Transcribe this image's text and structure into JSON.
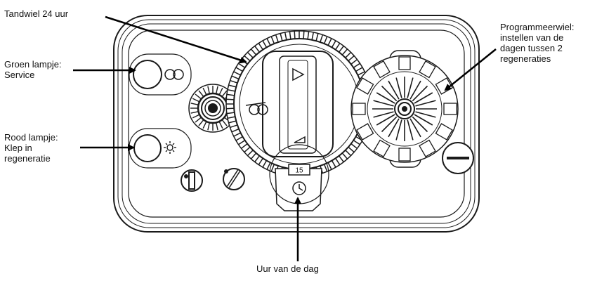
{
  "labels": {
    "gear_24h": "Tandwiel 24 uur",
    "green_lamp": [
      "Groen lampje:",
      "Service"
    ],
    "red_lamp": [
      "Rood lampje:",
      "Klep in",
      "regeneratie"
    ],
    "program_wheel": [
      "Programmeerwiel:",
      "instellen van de",
      "dagen tussen 2",
      "regeneraties"
    ],
    "time_of_day": "Uur van de dag"
  },
  "counter_value": "15",
  "colors": {
    "line": "#1a1a1a",
    "arrow": "#000000",
    "background": "#ffffff"
  }
}
